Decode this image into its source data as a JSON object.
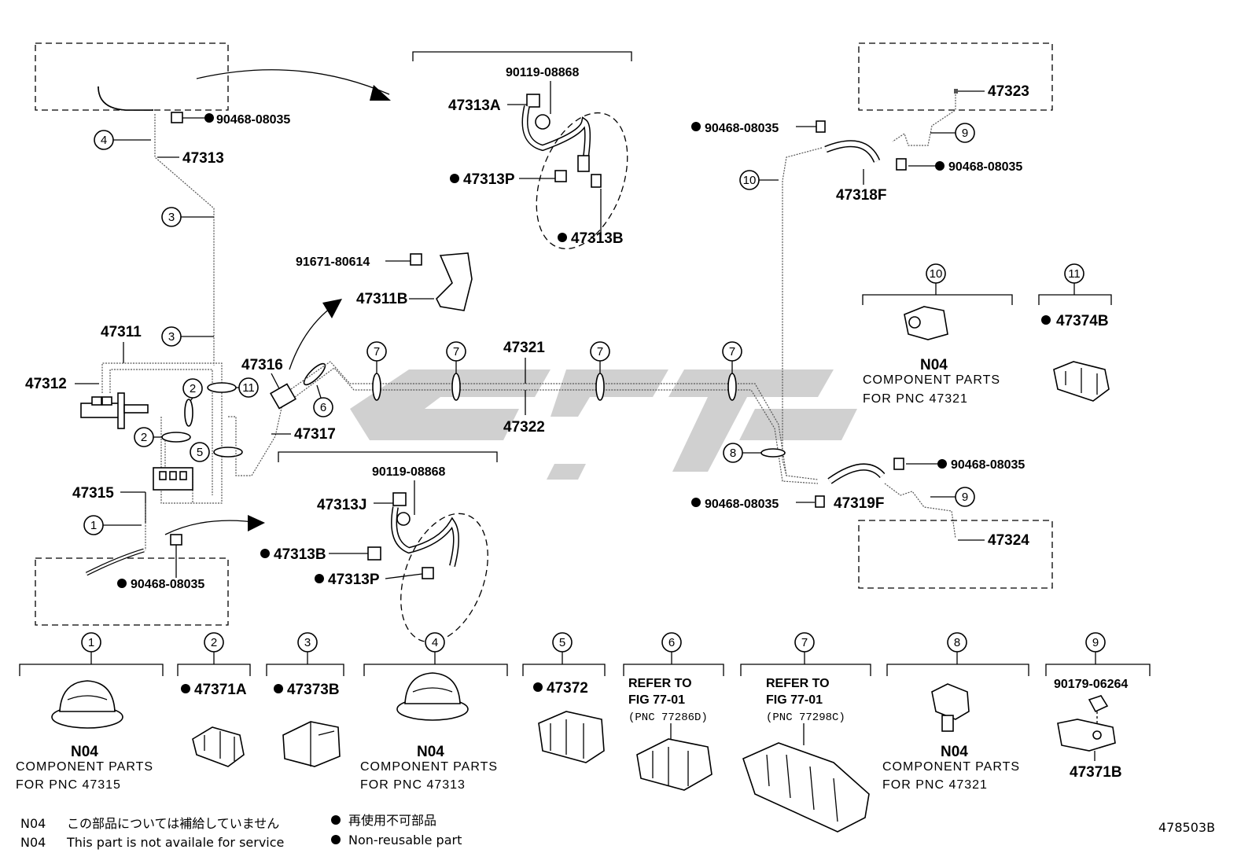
{
  "parts": {
    "p_90468_top": "90468-08035",
    "p_47313": "47313",
    "p_47311": "47311",
    "p_47312": "47312",
    "p_47315": "47315",
    "p_90468_bottom": "90468-08035",
    "p_47316": "47316",
    "p_47317": "47317",
    "p_90119_top": "90119-08868",
    "p_47313A": "47313A",
    "p_47313P_top": "47313P",
    "p_47313B_top": "47313B",
    "p_91671": "91671-80614",
    "p_47311B": "47311B",
    "p_47321": "47321",
    "p_47322": "47322",
    "p_90119_bottom": "90119-08868",
    "p_47313J": "47313J",
    "p_47313B_bottom": "47313B",
    "p_47313P_bottom": "47313P",
    "p_47323": "47323",
    "p_90468_r1": "90468-08035",
    "p_90468_r2": "90468-08035",
    "p_47318F": "47318F",
    "p_90468_r3": "90468-08035",
    "p_90468_r4": "90468-08035",
    "p_47319F": "47319F",
    "p_47324": "47324"
  },
  "callouts": {
    "c1": "1",
    "c2": "2",
    "c3": "3",
    "c4": "4",
    "c5": "5",
    "c6": "6",
    "c7": "7",
    "c8": "8",
    "c9": "9",
    "c10": "10",
    "c11": "11"
  },
  "details": {
    "d10_note1": "N04",
    "d10_note2": "COMPONENT PARTS",
    "d10_note3": "FOR PNC 47321",
    "d11_part": "47374B",
    "b1_note1": "N04",
    "b1_note2": "COMPONENT PARTS",
    "b1_note3": "FOR PNC 47315",
    "b2_part": "47371A",
    "b3_part": "47373B",
    "b4_note1": "N04",
    "b4_note2": "COMPONENT PARTS",
    "b4_note3": "FOR PNC 47313",
    "b5_part": "47372",
    "b6_ref1": "REFER TO",
    "b6_ref2": "FIG 77-01",
    "b6_ref3": "(PNC 77286D)",
    "b7_ref1": "REFER TO",
    "b7_ref2": "FIG 77-01",
    "b7_ref3": "(PNC 77298C)",
    "b8_note1": "N04",
    "b8_note2": "COMPONENT PARTS",
    "b8_note3": "FOR PNC 47321",
    "b9_part1": "90179-06264",
    "b9_part2": "47371B"
  },
  "legend": {
    "code1": "N04",
    "text1": "この部品については補給していません",
    "code2": "N04",
    "text2": "This part is not availale for service",
    "bullet_jp": "再使用不可部品",
    "bullet_en": "Non-reusable part"
  },
  "figure_id": "478503B"
}
